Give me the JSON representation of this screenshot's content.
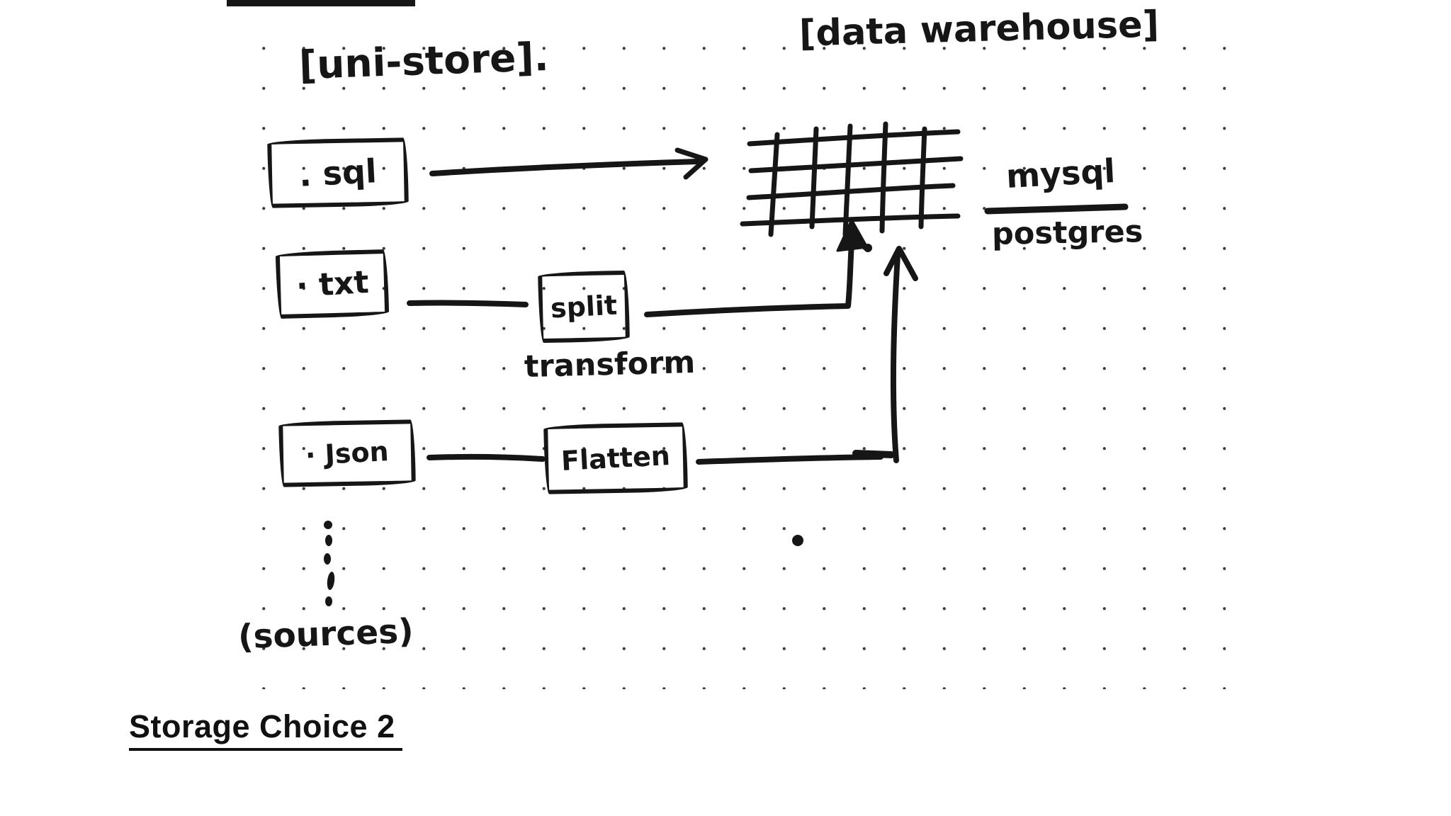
{
  "canvas": {
    "background_color": "#ffffff",
    "ink_color": "#161616",
    "dot_grid_color": "#3d3d3d"
  },
  "titles": {
    "uni_store": "[uni-store].",
    "data_warehouse": "[data warehouse]"
  },
  "source_boxes": [
    {
      "id": "sql",
      "label": ". sql"
    },
    {
      "id": "txt",
      "label": "· txt"
    },
    {
      "id": "json",
      "label": "· Json"
    }
  ],
  "transforms": {
    "split_label": "split",
    "split_caption": "transform",
    "flatten_label": "Flatten"
  },
  "warehouse": {
    "icon": "table-grid-icon",
    "engines": {
      "top": "mysql",
      "bottom": "postgres"
    }
  },
  "sources_caption": "(sources)",
  "page_heading": "Storage Choice 2"
}
